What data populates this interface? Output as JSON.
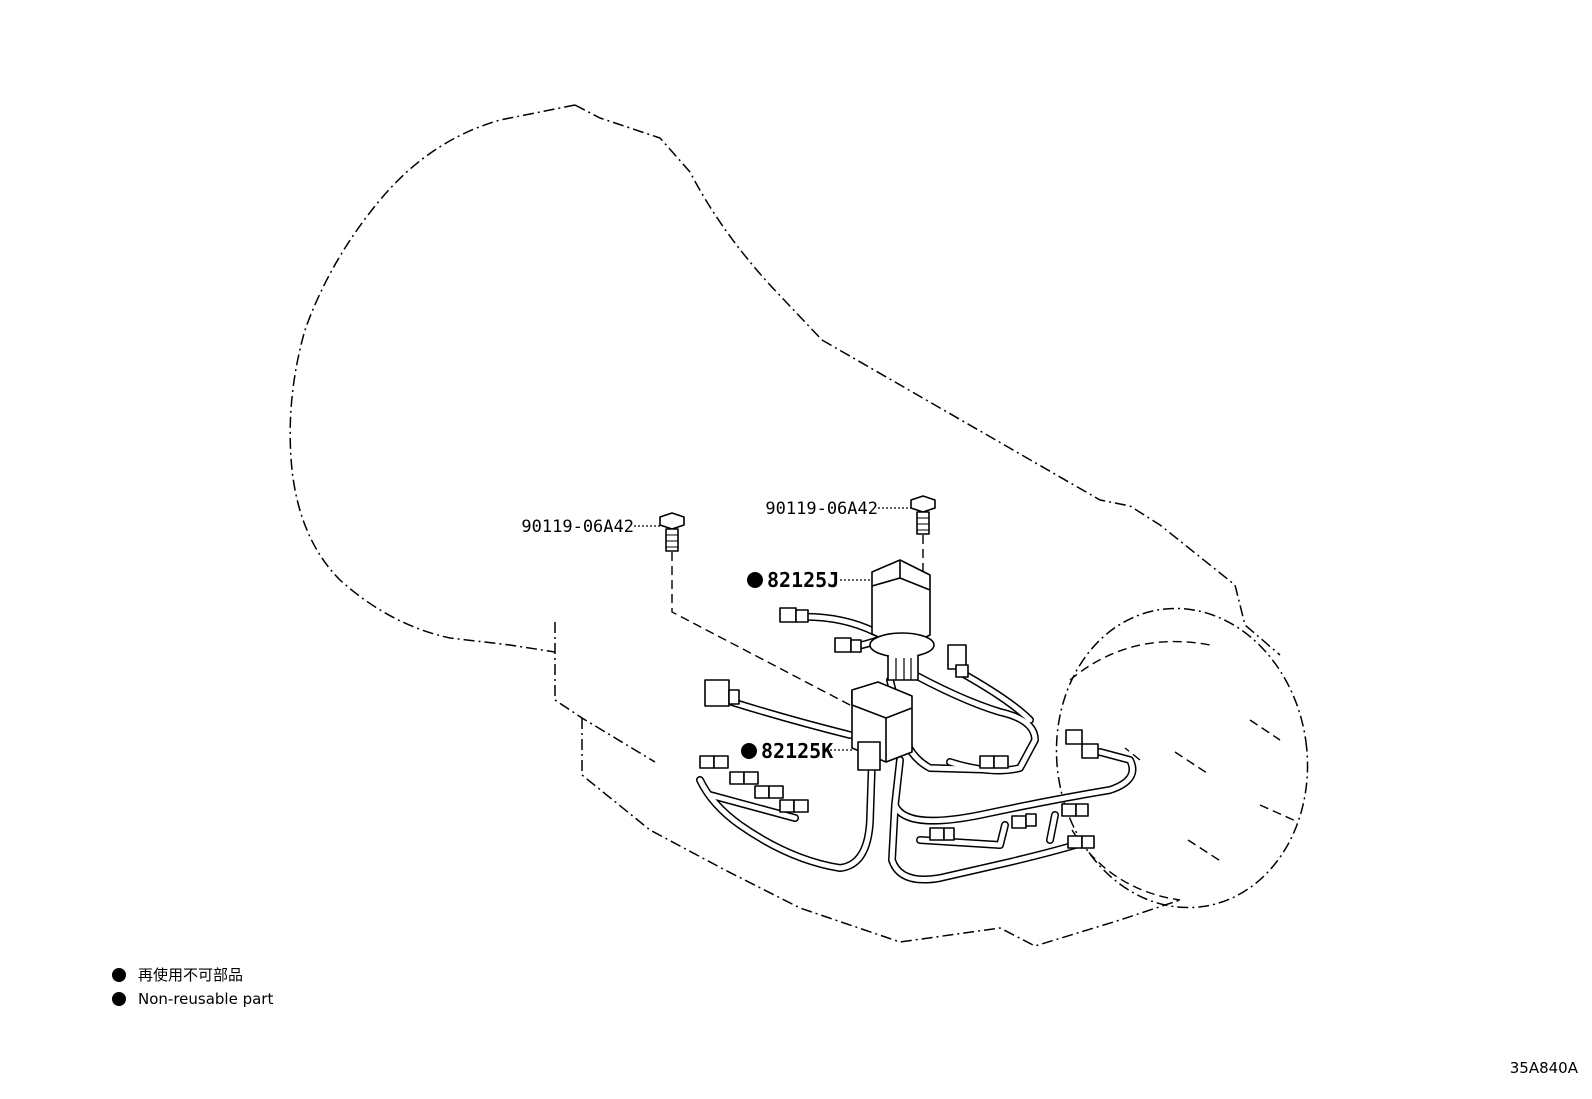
{
  "callouts": {
    "bolt_left": "90119-06A42",
    "bolt_right": "90119-06A42",
    "part_j": "82125J",
    "part_k": "82125K"
  },
  "legend": {
    "marker_symbol": "●",
    "ja": "再使用不可部品",
    "en": "Non-reusable part"
  },
  "drawing_code": "35A840A",
  "icons": {
    "bolt": "bolt-icon",
    "connector": "connector-icon",
    "non_reusable_marker": "filled-circle-icon"
  },
  "colors": {
    "line": "#000000",
    "background": "#ffffff"
  }
}
